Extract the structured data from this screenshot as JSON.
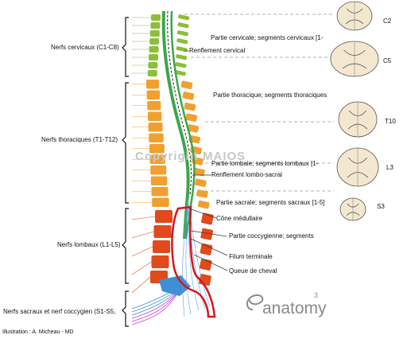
{
  "regions": {
    "cervical": "Nerfs cervicaux (C1-C8)",
    "thoracic": "Nerfs thoraciques (T1-T12)",
    "lumbar": "Nerfs lombaux (L1-L5)",
    "sacral": "Nerfs sacraux et nerf coccygien (S1-S5,"
  },
  "labels": {
    "cervical_part": "Partie cervicale; segments cervicaux [1-",
    "cervical_enlargement": "Renflement cervical",
    "thoracic_part": "Partie thoracique; segments thoraciques",
    "lumbar_part": "Partie lombale; segments lombaux [1-",
    "lumbosacral_enlargement": "Renflement lombo-sacral",
    "sacral_part": "Partie sacrale; segments sacraux [1-5]",
    "conus": "Cône médullaire",
    "coccygeal_part": "Partie coccygienne; segments",
    "filum": "Filum terminale",
    "cauda": "Queue de cheval"
  },
  "sections": [
    "C2",
    "C5",
    "T10",
    "L3",
    "S3"
  ],
  "watermark": "Copyright MAIOS",
  "credit": "Illustration : A. Micheau - MD",
  "logo": {
    "text": "anatomy",
    "sup": "3"
  },
  "colors": {
    "cervical": "#8bbf3c",
    "thoracic": "#f0a030",
    "lumbar": "#e04a1c",
    "sacral": "#3d8fd6",
    "cord_outline": "#3aa64a",
    "dura": "#d8141e",
    "section": "#f3e7cf"
  }
}
